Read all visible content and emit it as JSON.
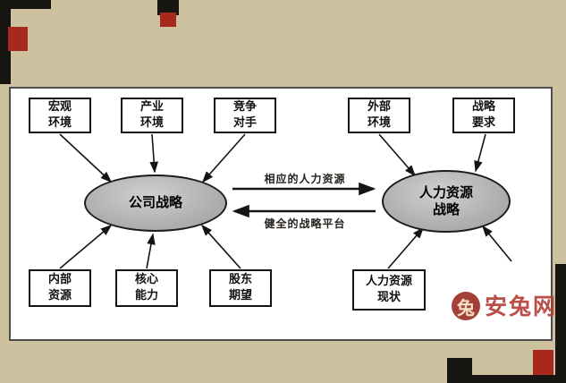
{
  "diagram": {
    "left_group": {
      "top_boxes": [
        {
          "line1": "宏观",
          "line2": "环境"
        },
        {
          "line1": "产业",
          "line2": "环境"
        },
        {
          "line1": "竞争",
          "line2": "对手"
        }
      ],
      "bottom_boxes": [
        {
          "line1": "内部",
          "line2": "资源"
        },
        {
          "line1": "核心",
          "line2": "能力"
        },
        {
          "line1": "股东",
          "line2": "期望"
        }
      ],
      "ellipse_label": "公司战略"
    },
    "right_group": {
      "top_boxes": [
        {
          "line1": "外部",
          "line2": "环境"
        },
        {
          "line1": "战略",
          "line2": "要求"
        }
      ],
      "bottom_boxes": [
        {
          "line1": "人力资源",
          "line2": "现状"
        }
      ],
      "ellipse_line1": "人力资源",
      "ellipse_line2": "战略"
    },
    "flow_labels": {
      "top": "相应的人力资源",
      "bottom": "健全的战略平台"
    }
  },
  "watermark": {
    "logo_char": "兔",
    "text": "安兔网"
  },
  "colors": {
    "background": "#cec19f",
    "panel_border": "#4d4d4d",
    "ellipse_fill": "#b3b3b3",
    "bracket_black": "#171512",
    "accent_red": "#a8281e",
    "watermark_red": "#b5413a",
    "ink": "#141414"
  }
}
